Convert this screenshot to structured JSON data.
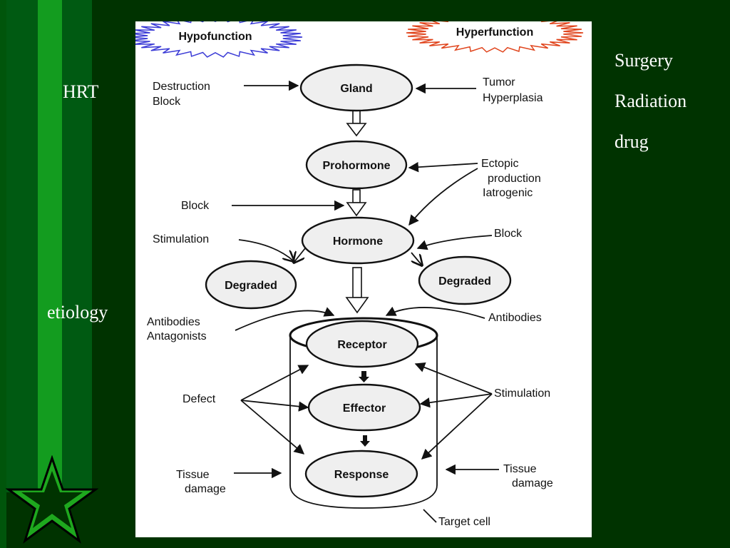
{
  "side_labels": {
    "left_top": "HRT",
    "left_mid": "etiology"
  },
  "treatments": [
    "Surgery",
    "Radiation",
    "drug"
  ],
  "diagram": {
    "headers": {
      "hypo": "Hypofunction",
      "hyper": "Hyperfunction"
    },
    "nodes": {
      "gland": "Gland",
      "prohormone": "Prohormone",
      "hormone": "Hormone",
      "degraded_left": "Degraded",
      "degraded_right": "Degraded",
      "receptor": "Receptor",
      "effector": "Effector",
      "response": "Response"
    },
    "labels": {
      "destruction": "Destruction",
      "block_a": "Block",
      "tumor": "Tumor",
      "hyperplasia": "Hyperplasia",
      "ectopic": "Ectopic",
      "production": "production",
      "iatrogenic": "Iatrogenic",
      "block_left": "Block",
      "stimulation_left": "Stimulation",
      "block_right": "Block",
      "antibodies_left": "Antibodies",
      "antagonists": "Antagonists",
      "antibodies_right": "Antibodies",
      "defect": "Defect",
      "stimulation_right": "Stimulation",
      "tissue_left": "Tissue",
      "damage_left": "damage",
      "tissue_right": "Tissue",
      "damage_right": "damage",
      "target_cell": "Target cell"
    },
    "colors": {
      "hypo_burst": "#3b3bd6",
      "hyper_burst": "#e0441c"
    }
  },
  "theme": {
    "background": "#003300",
    "stripe_dark": "#005a12",
    "stripe_light": "#139c1f",
    "text": "#ffffff"
  }
}
